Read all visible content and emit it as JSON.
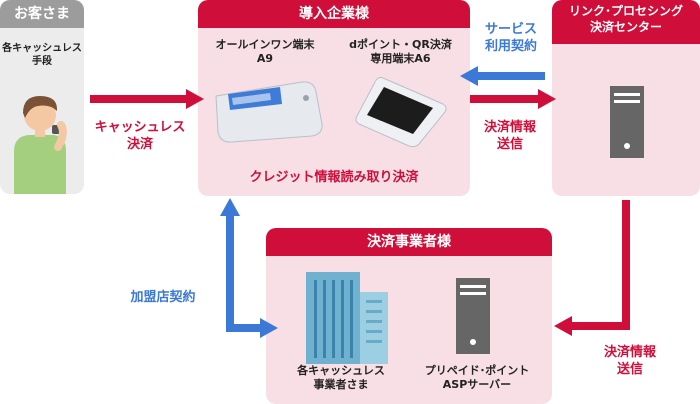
{
  "customer": {
    "title": "お客さま",
    "label": "各キャッシュレス\n手段"
  },
  "merchant": {
    "title": "導入企業様",
    "device1": "オールインワン端末\nA9",
    "device2": "dポイント・QR決済\n専用端末A6",
    "caption": "クレジット情報読み取り決済"
  },
  "center": {
    "title": "リンク･プロセシング\n決済センター"
  },
  "operator": {
    "title": "決済事業者様",
    "item1": "各キャッシュレス\n事業者さま",
    "item2": "プリペイド･ポイント\nASPサーバー"
  },
  "arrows": {
    "cashless": "キャッシュレス\n決済",
    "service": "サービス\n利用契約",
    "info_top": "決済情報\n送信",
    "merchant_contract": "加盟店契約",
    "info_bottom": "決済情報\n送信"
  },
  "colors": {
    "red": "#cf0f3a",
    "blue": "#3c79d6",
    "pink_bg": "#f7dfe5",
    "gray": "#9c9c9c",
    "gray_bg": "#ececec"
  }
}
